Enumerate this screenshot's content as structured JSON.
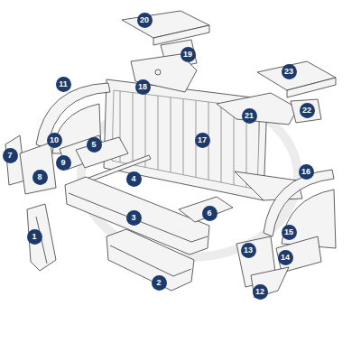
{
  "diagram": {
    "labels": [
      "1",
      "2",
      "3",
      "4",
      "5",
      "6",
      "7",
      "8",
      "9",
      "10",
      "11",
      "12",
      "13",
      "14",
      "15",
      "16",
      "17",
      "18",
      "19",
      "20",
      "21",
      "22",
      "23"
    ]
  }
}
